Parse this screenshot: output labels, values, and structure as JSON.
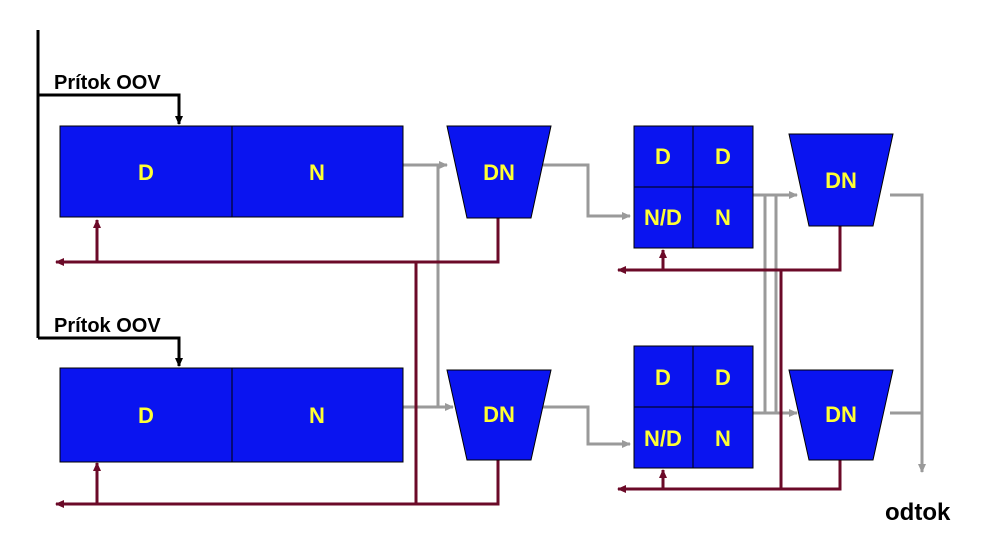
{
  "inflow_label_1": "Prítok OOV",
  "inflow_label_2": "Prítok OOV",
  "outflow_label": "odtok",
  "line1": {
    "tank_d": "D",
    "tank_n": "N",
    "clarifier": "DN"
  },
  "line2": {
    "tank_d": "D",
    "tank_n": "N",
    "clarifier": "DN"
  },
  "stage2_top": {
    "cell_tl": "D",
    "cell_tr": "D",
    "cell_bl": "N/D",
    "cell_br": "N",
    "clarifier": "DN"
  },
  "stage2_bottom": {
    "cell_tl": "D",
    "cell_tr": "D",
    "cell_bl": "N/D",
    "cell_br": "N",
    "clarifier": "DN"
  },
  "colors": {
    "tank_fill": "#0a14f0",
    "tank_text": "#ffff33",
    "flow_line": "#9a9a9a",
    "return_sludge_line": "#6b0a28",
    "inflow_line": "#000000"
  }
}
